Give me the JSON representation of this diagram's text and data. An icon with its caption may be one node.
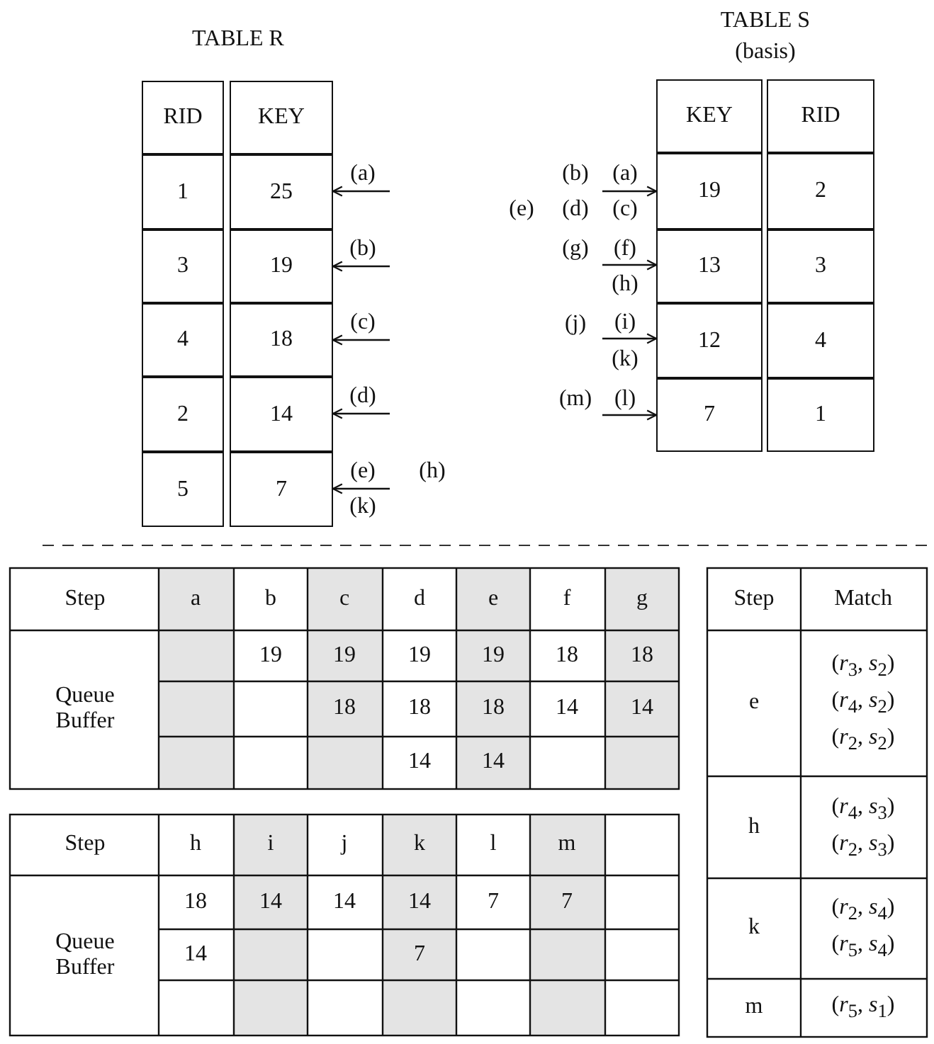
{
  "diagram": {
    "nodes": [
      {
        "text": [
          "RID"
        ]
      },
      {
        "text": [
          "KEY"
        ]
      },
      {
        "text": [
          "1"
        ]
      },
      {
        "text": [
          "25"
        ]
      },
      {
        "text": [
          "3"
        ]
      },
      {
        "text": [
          "19"
        ]
      },
      {
        "text": [
          "4"
        ]
      },
      {
        "text": [
          "18"
        ]
      },
      {
        "text": [
          "2"
        ]
      },
      {
        "text": [
          "14"
        ]
      },
      {
        "text": [
          "5"
        ]
      },
      {
        "text": [
          "7"
        ]
      },
      {
        "text": [
          "KEY"
        ]
      },
      {
        "text": [
          "RID"
        ]
      },
      {
        "text": [
          "19"
        ]
      },
      {
        "text": [
          "2"
        ]
      },
      {
        "text": [
          "13"
        ]
      },
      {
        "text": [
          "3"
        ]
      },
      {
        "text": [
          "12"
        ]
      },
      {
        "text": [
          "4"
        ]
      },
      {
        "text": [
          "7"
        ]
      },
      {
        "text": [
          "1"
        ]
      }
    ],
    "edges": [
      {
        "from": null,
        "to": 3,
        "arrow": "to",
        "label": "(a)"
      },
      {
        "from": null,
        "to": 5,
        "arrow": "to",
        "label": "(b)"
      },
      {
        "from": null,
        "to": 7,
        "arrow": "to",
        "label": "(c)"
      },
      {
        "from": null,
        "to": 9,
        "arrow": "to",
        "label": "(d)"
      },
      {
        "from": null,
        "to": 11,
        "arrow": "to",
        "label": "(e)"
      },
      {
        "from": null,
        "to": 14,
        "arrow": "to",
        "label": "(a)"
      },
      {
        "from": null,
        "to": 16,
        "arrow": "to",
        "label": "(f)"
      },
      {
        "from": null,
        "to": 18,
        "arrow": "to",
        "label": "(i)"
      },
      {
        "from": null,
        "to": 20,
        "arrow": "to",
        "label": "(l)"
      }
    ],
    "labels": [
      "TABLE R",
      "TABLE S",
      "(basis)",
      "(b)",
      "(e)",
      "(d)",
      "(c)",
      "(g)",
      "(h)",
      "(j)",
      "(k)",
      "(m)",
      "(h)",
      "(k)",
      "Step",
      "a",
      "b",
      "c",
      "d",
      "e",
      "f",
      "g",
      "Queue Buffer",
      "19",
      "19",
      "19",
      "19",
      "18",
      "18",
      "18",
      "18",
      "18",
      "14",
      "14",
      "14",
      "14",
      "Step",
      "h",
      "i",
      "j",
      "k",
      "l",
      "m",
      "Queue Buffer",
      "18",
      "14",
      "14",
      "14",
      "7",
      "7",
      "14",
      "7",
      "Step",
      "Match",
      "e",
      "(*r*$_{3}$, *s*$_{2}$)",
      "(*r*$_{4}$, *s*$_{2}$)",
      "(*r*$_{2}$, *s*$_{2}$)",
      "h",
      "(*r*$_{4}$, *s*$_{3}$)",
      "(*r*$_{2}$, *s*$_{3}$)",
      "k",
      "(*r*$_{2}$, *s*$_{4}$)",
      "(*r*$_{5}$, *s*$_{4}$)",
      "m",
      "(*r*$_{5}$, *s*$_{1}$)"
    ]
  }
}
